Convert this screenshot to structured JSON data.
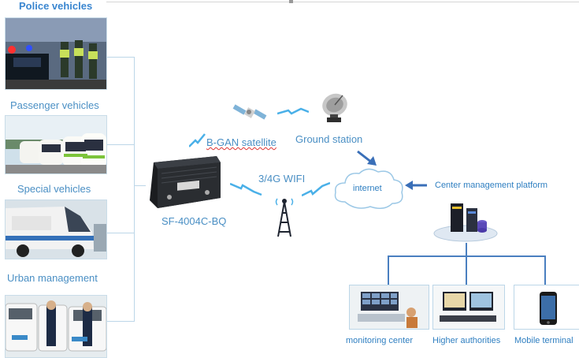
{
  "left_column": {
    "police": "Police vehicles",
    "passenger": "Passenger vehicles",
    "special": "Special vehicles",
    "urban": "Urban management"
  },
  "device": {
    "model": "SF-4004C-BQ"
  },
  "network": {
    "satellite": "B-GAN satellite",
    "ground_station": "Ground station",
    "wifi": "3/4G WIFI",
    "internet": "internet",
    "platform": "Center management platform"
  },
  "bottom": {
    "monitoring": "monitoring center",
    "authorities": "Higher authorities",
    "mobile": "Mobile terminal"
  },
  "colors": {
    "accent": "#4a8fc4",
    "connector": "#4a7fc0",
    "frame": "#bcd6e8"
  }
}
